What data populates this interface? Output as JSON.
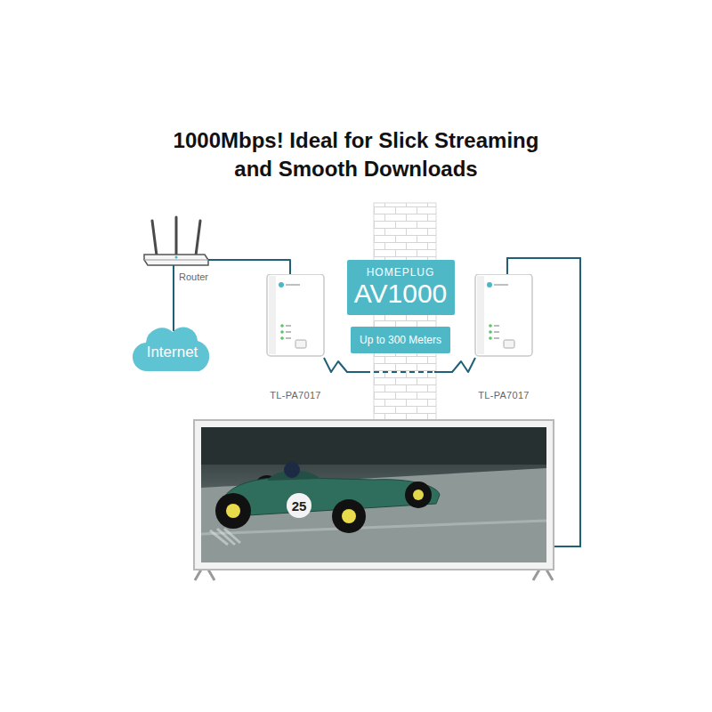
{
  "diagram": {
    "title": "1000Mbps! Ideal for Slick Streaming and Smooth Downloads",
    "nodes": [
      {
        "text": [
          "Router"
        ]
      },
      {
        "text": [
          "TL-PA7017"
        ]
      },
      {
        "text": [
          "HOMEPLUG",
          "AV1000"
        ]
      },
      {
        "text": [
          "Up to 300 Meters"
        ]
      },
      {
        "text": [
          "TL-PA7017"
        ]
      },
      {
        "text": [
          "Internet"
        ]
      }
    ],
    "edges": [
      {
        "from": 0,
        "to": 1,
        "arrow": "none"
      },
      {
        "from": 0,
        "to": 5,
        "arrow": "none"
      },
      {
        "from": 1,
        "to": 4,
        "arrow": "none"
      }
    ],
    "labels": [
      "25"
    ]
  }
}
